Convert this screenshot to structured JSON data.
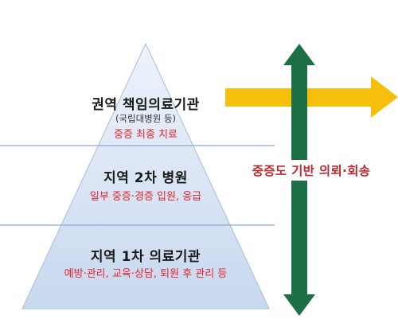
{
  "pyramid": {
    "tiers": [
      {
        "title": "권역 책임의료기관",
        "sub": "(국립대병원 등)",
        "desc": "중증 최종 치료"
      },
      {
        "title": "지역 2차 병원",
        "desc": "일부 중증·경증 입원, 응급"
      },
      {
        "title": "지역 1차 의료기관",
        "desc": "예방·관리, 교육·상담, 퇴원 후 관리 등"
      }
    ]
  },
  "side_label": "중증도 기반 의뢰·회송",
  "colors": {
    "pyramid_fill_top": "#eaf1fb",
    "pyramid_fill_bottom": "#c9d9f0",
    "pyramid_line": "#9fb4d6",
    "divider": "#8ea7d3",
    "arrow_green": "#1d6f45",
    "arrow_yellow": "#f6bf0c",
    "desc_red": "#e8232b"
  },
  "icons": {
    "vertical_arrow": "double-headed-arrow-icon",
    "horizontal_arrow": "right-arrow-icon"
  }
}
